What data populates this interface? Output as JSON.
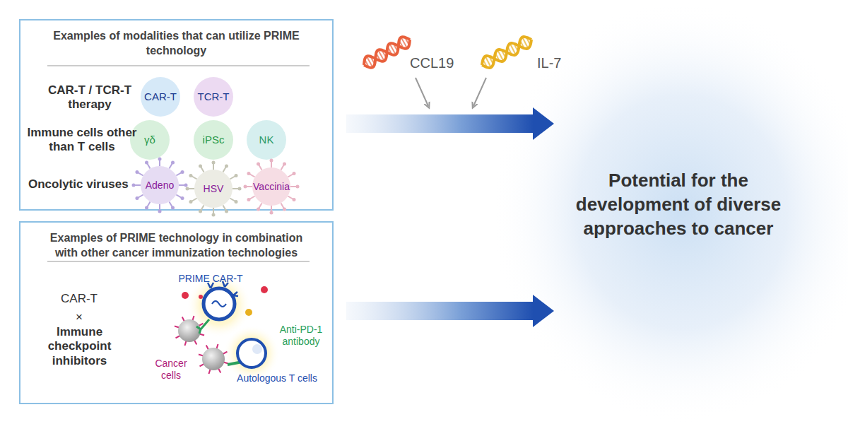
{
  "diagram": {
    "nodes": [
      {
        "text": [
          "Examples of modalities that can utilize PRIME technology"
        ]
      },
      {
        "text": [
          "CAR-T"
        ],
        "in": 0
      },
      {
        "text": [
          "TCR-T"
        ],
        "in": 0
      },
      {
        "text": [
          "γδ"
        ],
        "in": 0
      },
      {
        "text": [
          "iPSc"
        ],
        "in": 0
      },
      {
        "text": [
          "NK"
        ],
        "in": 0
      },
      {
        "text": [
          "Adeno"
        ],
        "in": 0
      },
      {
        "text": [
          "HSV"
        ],
        "in": 0
      },
      {
        "text": [
          "Vaccinia"
        ],
        "in": 0
      },
      {
        "text": [
          "Examples of PRIME technology in combination with other cancer immunization technologies"
        ]
      },
      {
        "text": [
          "Potential for the development of diverse approaches to cancer"
        ]
      }
    ],
    "edges": [
      {
        "from": 0,
        "to": 10,
        "arrow": "to"
      },
      {
        "from": 9,
        "to": 10,
        "arrow": "to"
      }
    ],
    "labels": [
      "CAR-T / TCR-T therapy",
      "Immune cells other than T cells",
      "Oncolytic viruses",
      "CCL19",
      "IL-7",
      "CAR-T",
      "×",
      "Immune checkpoint inhibitors",
      "PRIME CAR-T",
      "Anti-PD-1 antibody",
      "Cancer cells",
      "Autologous T cells"
    ]
  }
}
